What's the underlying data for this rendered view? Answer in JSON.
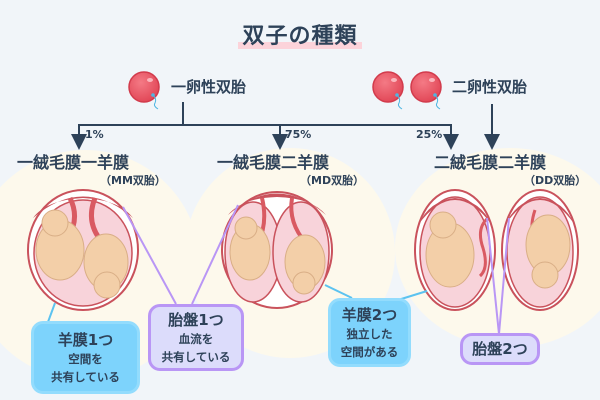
{
  "title": "双子の種類",
  "categories": {
    "mono": {
      "label": "一卵性双胎",
      "egg_count": 1
    },
    "di": {
      "label": "二卵性双胎",
      "egg_count": 2
    }
  },
  "types": [
    {
      "title": "一絨毛膜一羊膜",
      "sub": "（MM双胎）",
      "percent": "1%"
    },
    {
      "title": "一絨毛膜二羊膜",
      "sub": "（MD双胎）",
      "percent": "75%"
    },
    {
      "title": "二絨毛膜二羊膜",
      "sub": "（DD双胎）",
      "percent": "25%"
    }
  ],
  "callouts": {
    "amnion1": {
      "heading": "羊膜1つ",
      "line1": "空間を",
      "line2": "共有している"
    },
    "placenta1": {
      "heading": "胎盤1つ",
      "line1": "血流を",
      "line2": "共有している"
    },
    "amnion2": {
      "heading": "羊膜2つ",
      "line1": "独立した",
      "line2": "空間がある"
    },
    "placenta2": {
      "heading": "胎盤2つ"
    }
  },
  "colors": {
    "background": "#f1f5f9",
    "text": "#2e4259",
    "title_highlight": "#fcd3da",
    "halo": "#fdf9ec",
    "amnion_callout": "#7dd3fc",
    "placenta_callout": "#dcdcfb",
    "placenta_border": "#b996f5",
    "placenta_red": "#c9525c",
    "amniotic_pink": "#f8d3da",
    "egg_red": "#e8505f"
  }
}
